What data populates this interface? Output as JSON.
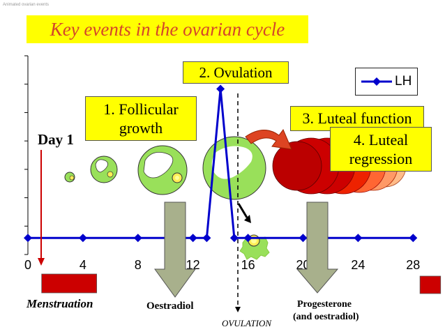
{
  "corner_note": "Animated ovarian events",
  "title": "Key events in the ovarian cycle",
  "boxes": {
    "ovulation": "2.  Ovulation",
    "follicular_line1": "1. Follicular",
    "follicular_line2": "growth",
    "luteal_function": "3. Luteal function",
    "luteal_regression_line1": "4. Luteal",
    "luteal_regression_line2": "regression"
  },
  "labels": {
    "day1": "Day 1",
    "menstruation": "Menstruation",
    "oestradiol": "Oestradiol",
    "ovulation": "OVULATION",
    "progesterone_line1": "Progesterone",
    "progesterone_line2": "(and oestradiol)"
  },
  "colors": {
    "lh_line": "#0000cc",
    "title_box": "#ffff00",
    "title_text": "#d4452a",
    "menstruation": "#cc0000",
    "follicle_fill": "#99e05a",
    "arrow_fill": "#a8b08c"
  },
  "chart_data": {
    "type": "line",
    "x_ticks": [
      "0",
      "4",
      "8",
      "12",
      "16",
      "20",
      "24",
      "28"
    ],
    "xlim": [
      0,
      29
    ],
    "series": [
      {
        "name": "LH",
        "x": [
          0,
          4,
          8,
          12,
          13,
          14,
          15,
          16,
          20,
          24,
          28
        ],
        "y": [
          0.1,
          0.1,
          0.1,
          0.1,
          0.1,
          1.0,
          0.1,
          0.1,
          0.1,
          0.1,
          0.1
        ]
      }
    ],
    "ylim": [
      0,
      1.2
    ],
    "legend_position": "top-right",
    "ovulation_day": 14.5,
    "menstruation_days": [
      [
        1,
        5
      ],
      [
        28.5,
        30
      ]
    ]
  }
}
